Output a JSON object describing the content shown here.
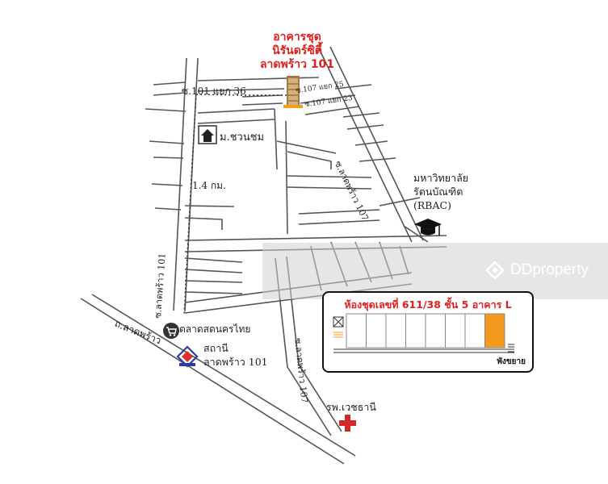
{
  "map": {
    "project_name_lines": [
      "อาคารชุด",
      "นิรันดร์ซิตี้",
      "ลาดพร้าว 101"
    ],
    "roads": {
      "soi_101_36": "ซ.101 แยก 36",
      "soi_107_25": "ซ.107 แยก 25",
      "soi_107_23": "ซ.107 แยก 23",
      "soi_ladprao_107_upper": "ซ.ลาดพร้าว 107",
      "soi_ladprao_107_lower": "ซ.ลาดพร้าว 107",
      "soi_ladprao_101": "ซ.ลาดพร้าว 101",
      "ladprao_road": "ถ.ลาดพร้าว"
    },
    "distance": "1.4 กม.",
    "landmarks": {
      "village": "ม.ชวนชม",
      "university_lines": [
        "มหาวิทยาลัย",
        "รัตนบัณฑิต",
        "(RBAC)"
      ],
      "market": "ตลาดสดนครไทย",
      "station_lines": [
        "สถานี",
        "ลาดพร้าว 101"
      ],
      "hospital": "รพ.เวชธานี"
    },
    "icons": {
      "village": "house-icon",
      "university": "graduation-cap-icon",
      "market": "shopping-cart-icon",
      "station": "metro-logo-icon",
      "hospital": "red-cross-icon",
      "project": "condo-building-icon"
    },
    "colors": {
      "accent": "#e02020",
      "unit_highlight": "#f39a1e",
      "road": "#555555"
    }
  },
  "callout": {
    "title": "ห้องชุดเลขที่ 611/38 ชั้น 5 อาคาร L",
    "footer": "พังขยาย",
    "units_total": 8,
    "highlight_index": 8
  },
  "watermark": {
    "text": "DDproperty"
  }
}
